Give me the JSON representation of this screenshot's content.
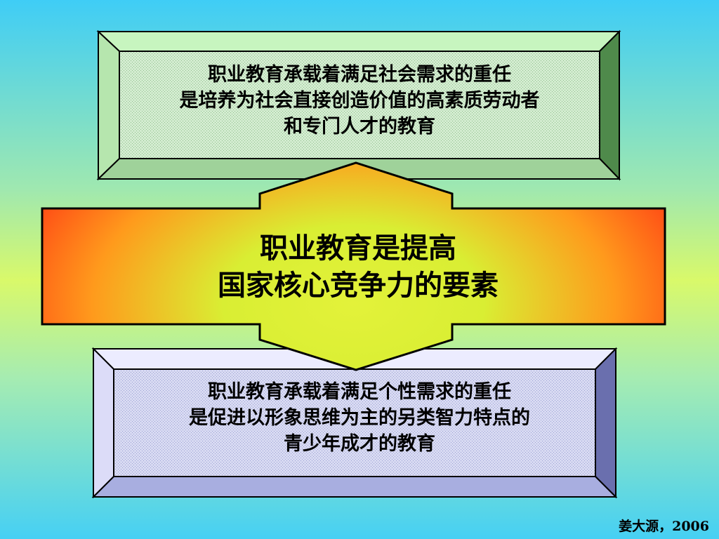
{
  "top_box": {
    "lines": [
      "职业教育承载着满足社会需求的重任",
      "是培养为社会直接创造价值的高素质劳动者",
      "和专门人才的教育"
    ],
    "face_color": "#cfe9c9",
    "bevel_light": "#c7f5bf",
    "bevel_mid": "#9fd29a",
    "bevel_dark": "#4f8a4b"
  },
  "center_box": {
    "lines": [
      "职业教育是提高",
      "国家核心竞争力的要素"
    ],
    "gradient_edge": "#ff3a14",
    "gradient_center": "#e3f23a"
  },
  "bottom_box": {
    "lines": [
      "职业教育承载着满足个性需求的重任",
      "是促进以形象思维为主的另类智力特点的",
      "青少年成才的教育"
    ],
    "face_color": "#d4d6f0",
    "bevel_light": "#ececff",
    "bevel_mid": "#a8aee0",
    "bevel_dark": "#6a6fae"
  },
  "credit": "姜大源，2006",
  "colors": {
    "background_top": "#3fcdf6",
    "background_middle": "#d9f96a",
    "outline": "#000000"
  }
}
